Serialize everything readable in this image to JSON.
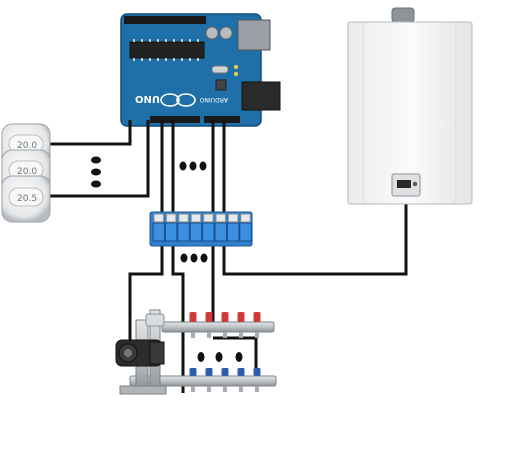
{
  "arduino": {
    "model": "UNO",
    "brand": "ARDUINO",
    "color": "#1f6fa8"
  },
  "thermostats": [
    {
      "reading": "20.0"
    },
    {
      "reading": "20.0"
    },
    {
      "reading": "20.5"
    }
  ],
  "relay_module": {
    "channels": 8,
    "color": "#2f7fcf"
  },
  "manifold": {
    "valve_count": 5,
    "red_cap_color": "#d23a3a",
    "blue_cap_color": "#2d5fb0"
  },
  "boiler": {
    "color": "#f4f5f6"
  },
  "wire_color": "#111111"
}
